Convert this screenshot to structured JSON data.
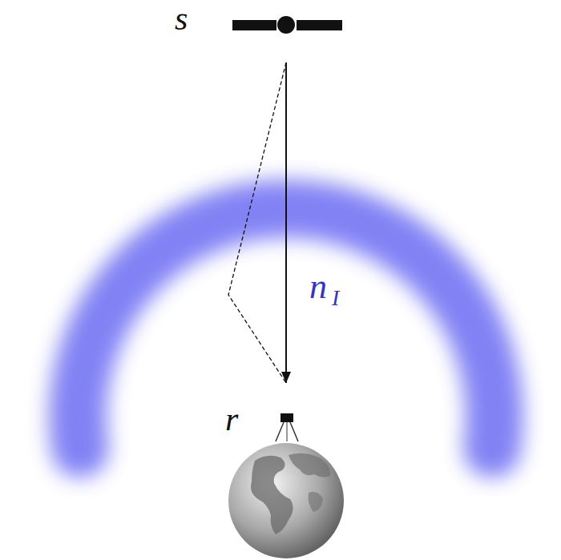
{
  "diagram": {
    "nodes": [
      {
        "text": [
          "s"
        ]
      },
      {
        "text": [
          "r"
        ]
      }
    ],
    "edges": [
      {
        "from": 0,
        "to": 1,
        "arrow": "to"
      },
      {
        "from": 0,
        "to": 1,
        "arrow": "none"
      }
    ],
    "labels": [
      "n",
      "I"
    ]
  }
}
